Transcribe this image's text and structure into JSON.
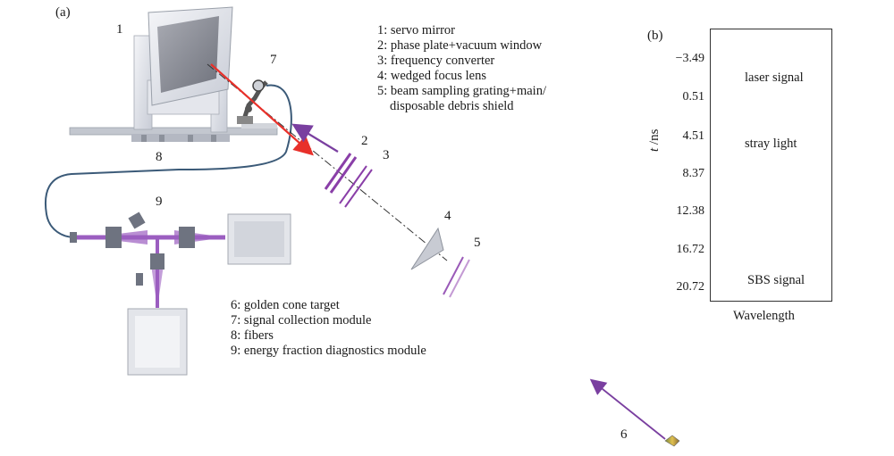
{
  "panel_a_label": "(a)",
  "panel_b_label": "(b)",
  "component_numbers": [
    "1",
    "2",
    "3",
    "4",
    "5",
    "6",
    "7",
    "8",
    "9"
  ],
  "legend_top": [
    "1: servo mirror",
    "2: phase plate+vacuum window",
    "3: frequency converter",
    "4: wedged focus lens",
    "5: beam sampling grating+main/",
    "disposable debris shield"
  ],
  "legend_bottom": [
    "6: golden cone target",
    "7: signal collection module",
    "8: fibers",
    "9: energy fraction diagnostics module"
  ],
  "streak": {
    "y_axis_label_t": "t",
    "y_axis_label_unit": " /ns",
    "y_ticks": [
      "−3.49",
      "0.51",
      "4.51",
      "8.37",
      "12.38",
      "16.72",
      "20.72"
    ],
    "x_axis_label": "Wavelength",
    "signals": [
      "laser signal",
      "stray light",
      "SBS signal"
    ]
  },
  "colors": {
    "beam_red": "#e8302a",
    "beam_purple": "#7a3fa0",
    "fiber": "#3b5a78",
    "streak_bg": "#c9c3e6",
    "streak_core": "#2c2f8c",
    "streak_hot": "#b6e07a"
  }
}
